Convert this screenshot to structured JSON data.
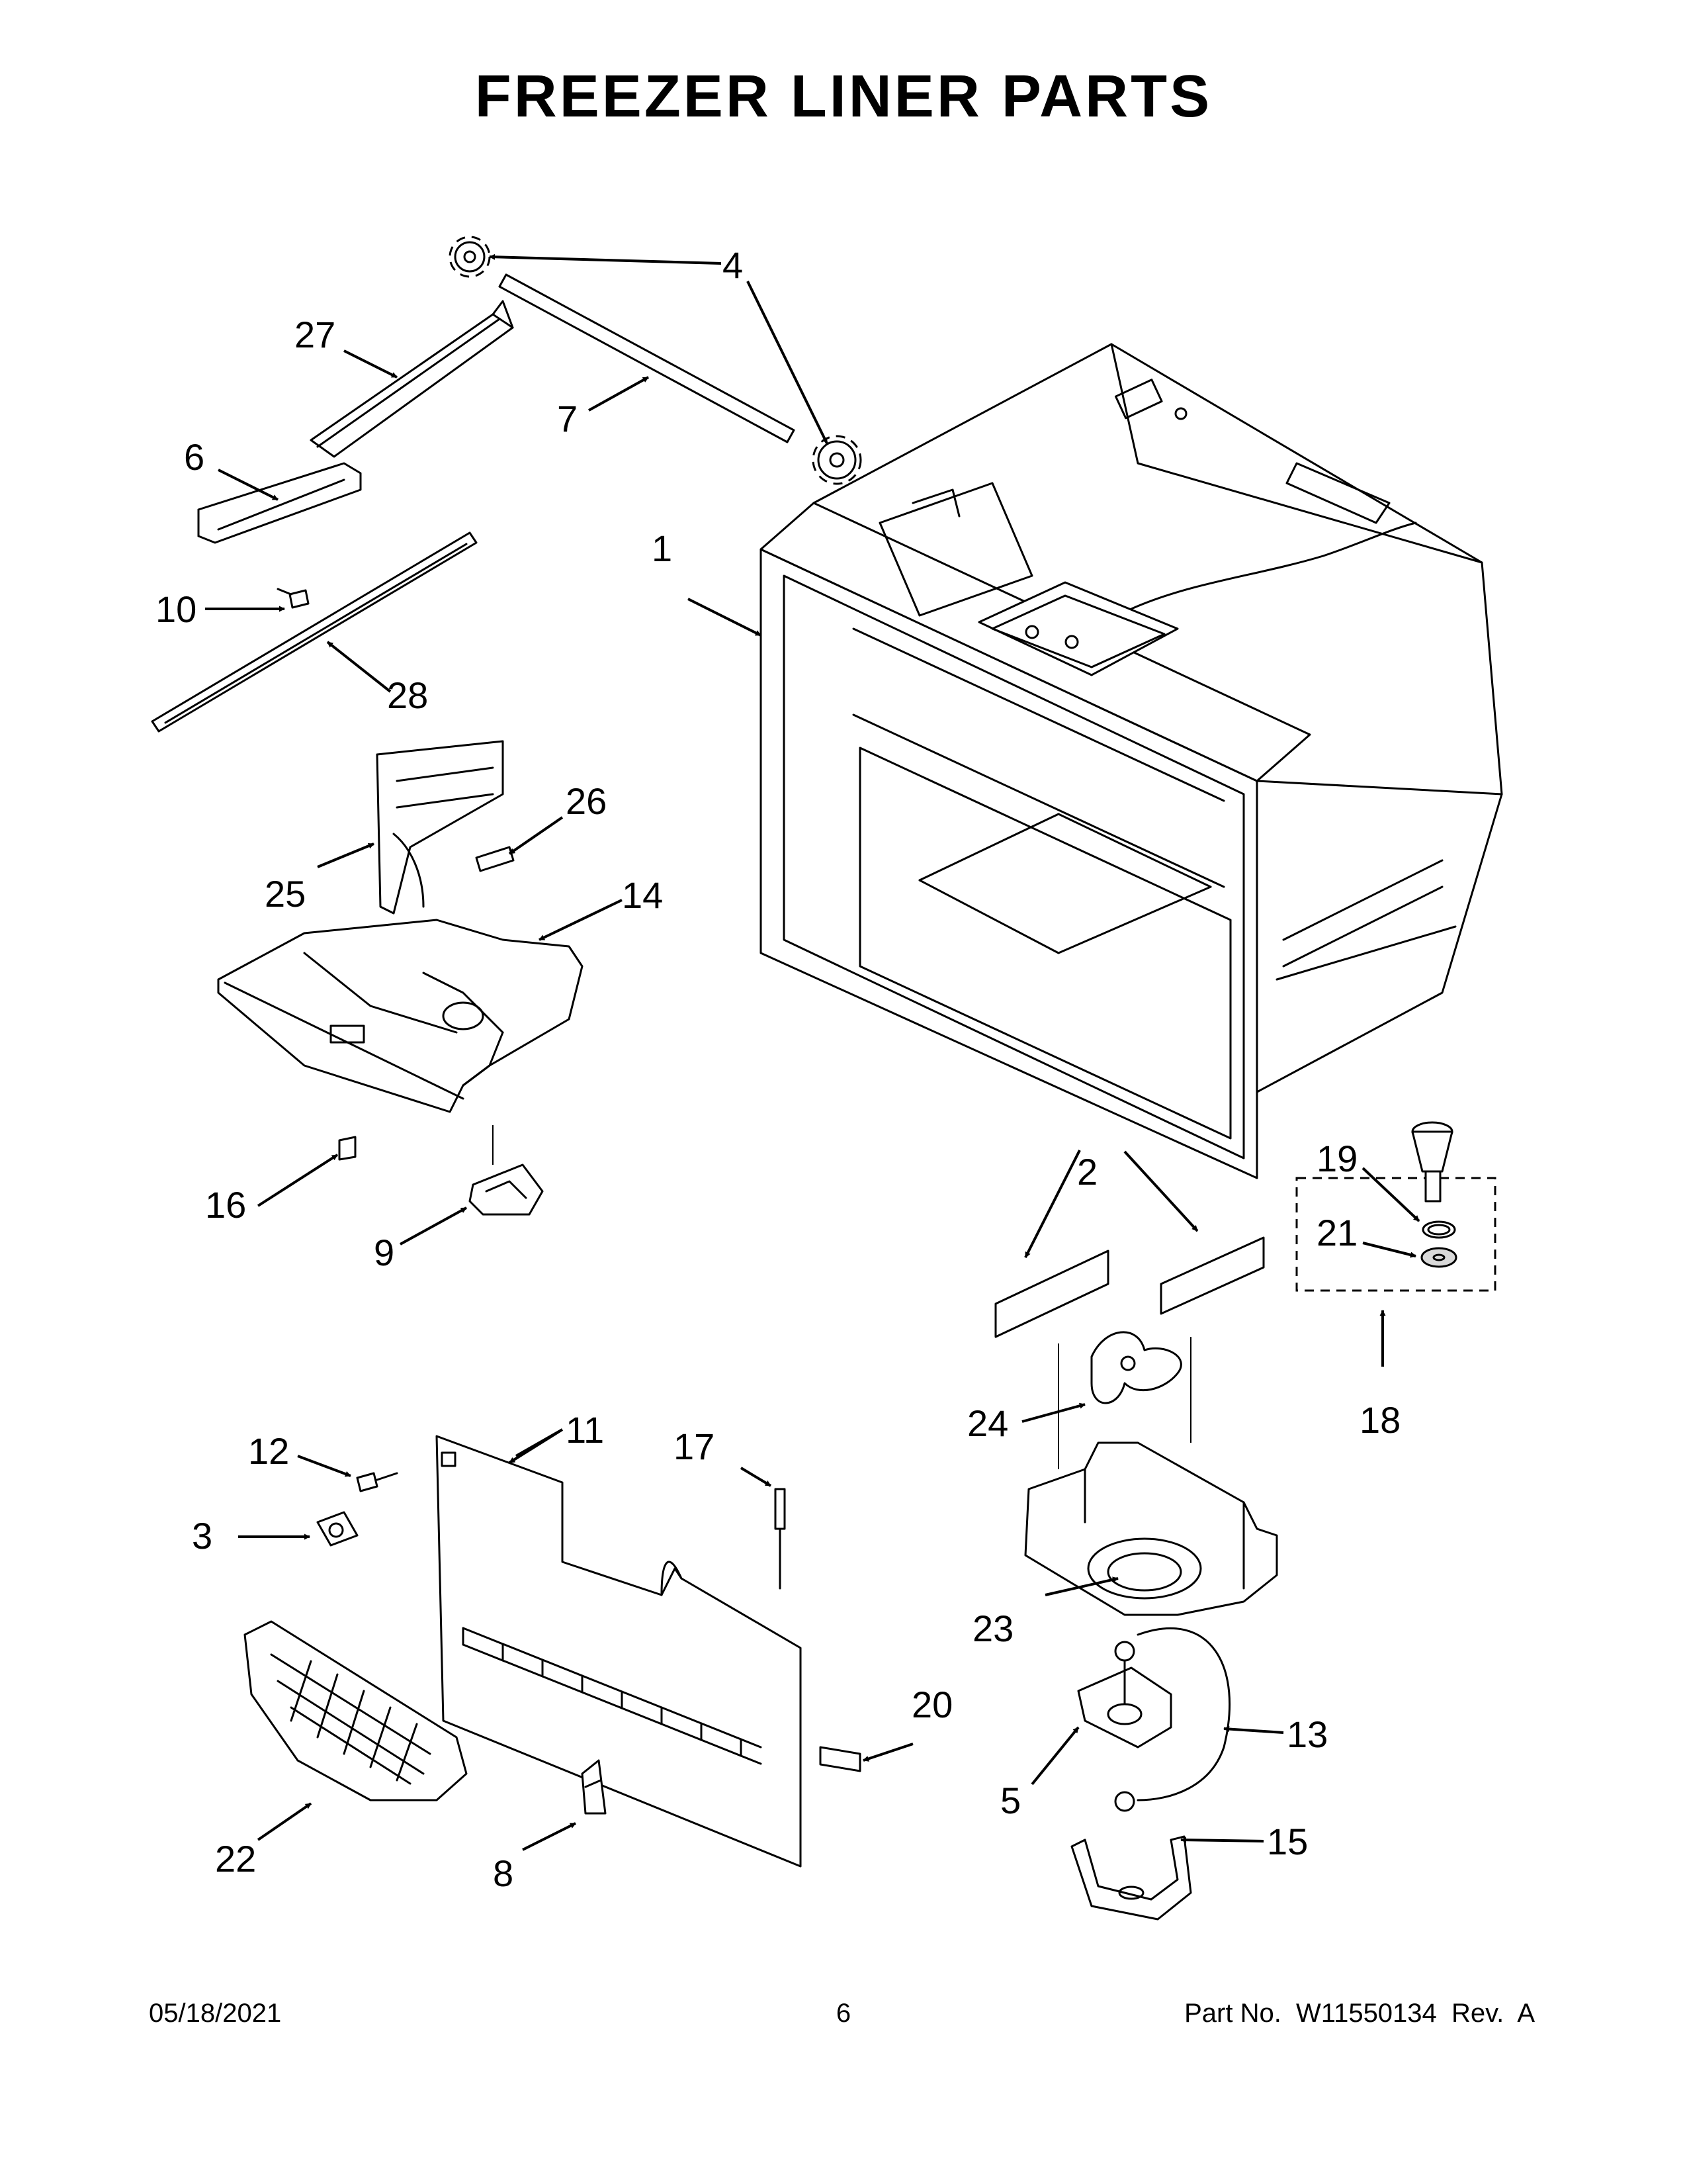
{
  "title": "FREEZER LINER PARTS",
  "callouts": {
    "c1": "1",
    "c2": "2",
    "c3": "3",
    "c4": "4",
    "c5": "5",
    "c6": "6",
    "c7": "7",
    "c8": "8",
    "c9": "9",
    "c10": "10",
    "c11": "11",
    "c12": "12",
    "c13": "13",
    "c14": "14",
    "c15": "15",
    "c16": "16",
    "c17": "17",
    "c18": "18",
    "c19": "19",
    "c20": "20",
    "c21": "21",
    "c22": "22",
    "c23": "23",
    "c24": "24",
    "c25": "25",
    "c26": "26",
    "c27": "27",
    "c28": "28"
  },
  "footer": {
    "date": "05/18/2021",
    "page": "6",
    "part_no": "Part No.  W11550134  Rev.  A"
  }
}
